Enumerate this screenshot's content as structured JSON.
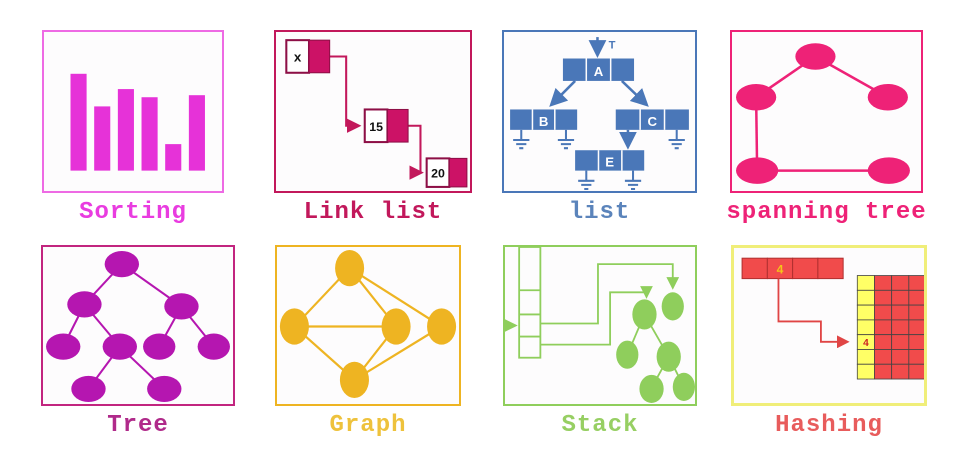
{
  "panels": {
    "sorting": {
      "label": "Sorting",
      "accent_color": "#e632d8",
      "border_color": "#ee6ae4",
      "chart_data": {
        "type": "bar",
        "values": [
          95,
          63,
          80,
          72,
          26,
          74
        ],
        "bar_color": "#e632d8",
        "title": "",
        "xlabel": "",
        "ylabel": ""
      }
    },
    "linklist": {
      "label": "Link list",
      "accent_color": "#c2185b",
      "node_fill": "#cc1266",
      "nodes": [
        "x",
        "15",
        "20"
      ]
    },
    "list": {
      "label": "list",
      "accent_color": "#4a77b8",
      "pointer_label": "T",
      "nodes": [
        "A",
        "B",
        "C",
        "E"
      ],
      "ground_count": 5
    },
    "spanning_tree": {
      "label": "spanning tree",
      "accent_color": "#ee2277",
      "node_count": 5,
      "edge_count": 4
    },
    "tree": {
      "label": "Tree",
      "accent_color": "#b516b0",
      "node_count": 9,
      "edge_count": 8
    },
    "graph": {
      "label": "Graph",
      "accent_color": "#eeb422",
      "node_count": 5,
      "edge_count": 7
    },
    "stack": {
      "label": "Stack",
      "accent_color": "#8fce5c",
      "stack_cells": 4,
      "tree_node_count": 6
    },
    "hashing": {
      "label": "Hashing",
      "accent_color": "#f14b4b",
      "bucket_color": "#ffff66",
      "key_value": "4",
      "bucket_value": "4",
      "array_cells": 4,
      "table_rows": 7,
      "table_cols": 4
    }
  }
}
